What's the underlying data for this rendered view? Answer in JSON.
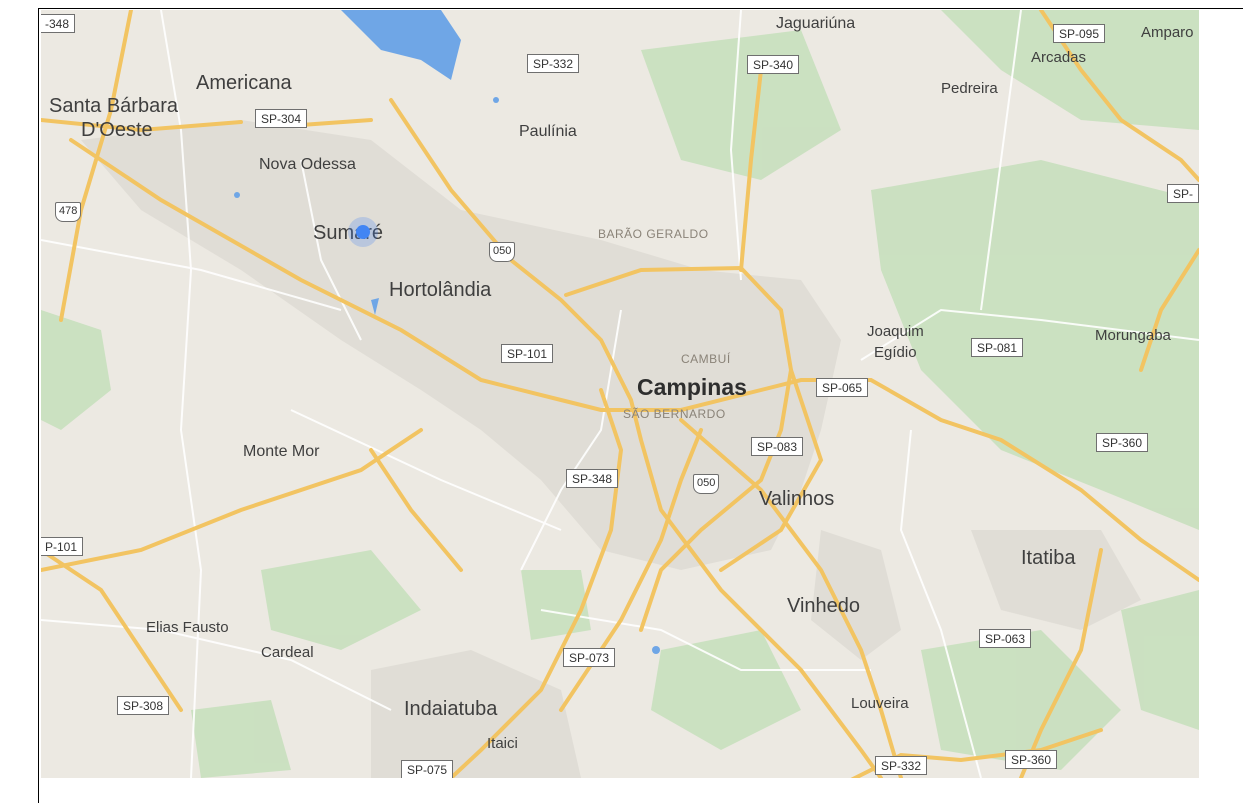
{
  "map": {
    "cities": {
      "jaguariuna": "Jaguariúna",
      "amparo": "Amparo",
      "arcadas": "Arcadas",
      "pedreira": "Pedreira",
      "americana": "Americana",
      "santa_barbara": "Santa Bárbara",
      "doeste": "D'Oeste",
      "paulinia": "Paulínia",
      "nova_odessa": "Nova Odessa",
      "sumare": "Sumaré",
      "hortolandia": "Hortolândia",
      "joaquim": "Joaquim",
      "egidio": "Egídio",
      "morungaba": "Morungaba",
      "campinas": "Campinas",
      "monte_mor": "Monte Mor",
      "valinhos": "Valinhos",
      "itatiba": "Itatiba",
      "vinhedo": "Vinhedo",
      "elias_fausto": "Elias Fausto",
      "cardeal": "Cardeal",
      "indaiatuba": "Indaiatuba",
      "louveira": "Louveira",
      "itaici": "Itaici"
    },
    "neighborhoods": {
      "barao_geraldo": "BARÃO GERALDO",
      "cambui": "CAMBUÍ",
      "sao_bernardo": "SÃO BERNARDO"
    },
    "highways": {
      "sp348_top": "-348",
      "sp332_top": "SP-332",
      "sp340": "SP-340",
      "sp095": "SP-095",
      "sp304": "SP-304",
      "br478": "478",
      "sp_right": "SP-",
      "br050_north": "050",
      "sp101": "SP-101",
      "sp081": "SP-081",
      "sp065": "SP-065",
      "sp083": "SP-083",
      "sp360_east": "SP-360",
      "sp348": "SP-348",
      "br050_south": "050",
      "sp101_west": "P-101",
      "sp063": "SP-063",
      "sp073": "SP-073",
      "sp308": "SP-308",
      "sp075": "SP-075",
      "sp332_bottom": "SP-332",
      "sp360_bottom": "SP-360"
    },
    "colors": {
      "land": "#ece9e2",
      "urban": "#e0ddd6",
      "vegetation": "#c8e0be",
      "water": "#6fa6e6",
      "highway": "#f2c462",
      "local_road": "#ffffff",
      "location": "#4285f4"
    },
    "markers": {
      "user_location": "location-dot-icon"
    }
  }
}
